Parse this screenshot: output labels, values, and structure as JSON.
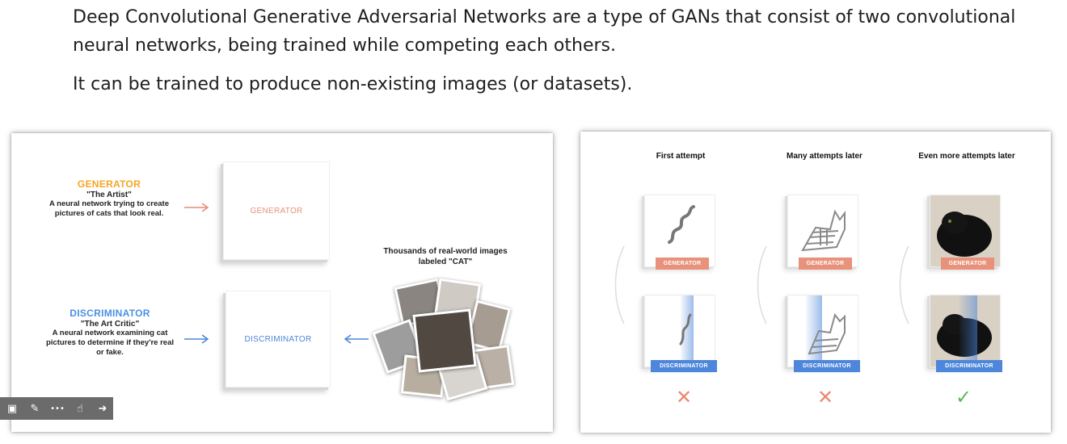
{
  "intro": {
    "line1": "Deep Convolutional Generative Adversarial Networks are a type of GANs that consist of two convolutional neural networks, being trained while competing each others.",
    "line2": "It can be trained to produce non-existing images (or datasets)."
  },
  "left_panel": {
    "generator": {
      "name": "GENERATOR",
      "nickname": "\"The Artist\"",
      "description": "A neural network trying to create pictures of cats that look real.",
      "card_label": "GENERATOR",
      "color": "#f5a623"
    },
    "discriminator": {
      "name": "DISCRIMINATOR",
      "nickname": "\"The Art Critic\"",
      "description": "A neural network examining cat pictures to determine if they're real or fake.",
      "card_label": "DISCRIMINATOR",
      "color": "#4a90e2"
    },
    "real_images_label": "Thousands of real-world images labeled \"CAT\""
  },
  "right_panel": {
    "columns": [
      {
        "heading": "First attempt",
        "gen_tag": "GENERATOR",
        "dis_tag": "DISCRIMINATOR",
        "result": "✕",
        "result_icon": "cross-icon"
      },
      {
        "heading": "Many attempts later",
        "gen_tag": "GENERATOR",
        "dis_tag": "DISCRIMINATOR",
        "result": "✕",
        "result_icon": "cross-icon"
      },
      {
        "heading": "Even more attempts later",
        "gen_tag": "GENERATOR",
        "dis_tag": "DISCRIMINATOR",
        "result": "✓",
        "result_icon": "check-icon"
      }
    ],
    "colors": {
      "cross": "#e8896f",
      "check": "#5cb85c",
      "gen_tag": "#e8927c",
      "dis_tag": "#4d86da"
    }
  },
  "toolbar": {
    "buttons": [
      {
        "icon": "screen-icon",
        "glyph": "▣"
      },
      {
        "icon": "pen-icon",
        "glyph": "✎"
      },
      {
        "icon": "more-icon",
        "glyph": "•••"
      },
      {
        "icon": "pointer-icon",
        "glyph": "☝"
      },
      {
        "icon": "next-icon",
        "glyph": "➜"
      }
    ]
  }
}
